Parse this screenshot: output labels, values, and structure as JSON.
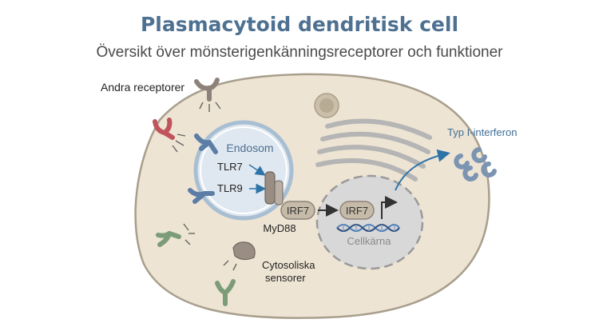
{
  "header": {
    "title": "Plasmacytoid dendritisk cell",
    "subtitle": "Översikt över mönsterigenkänningsreceptorer och funktioner"
  },
  "labels": {
    "other_receptors": "Andra receptorer",
    "endosome": "Endosom",
    "tlr7": "TLR7",
    "tlr9": "TLR9",
    "irf7_cytoplasm": "IRF7",
    "myd88": "MyD88",
    "irf7_nucleus": "IRF7",
    "nucleus": "Cellkärna",
    "interferon": "Typ I-interferon",
    "cytosolic_sensors_line1": "Cytosoliska",
    "cytosolic_sensors_line2": "sensorer"
  },
  "colors": {
    "title": "#4e7192",
    "cell_fill": "#ede4d3",
    "cell_stroke": "#a89e8c",
    "endosome_fill": "#dfe8f0",
    "endosome_stroke": "#8aa6bf",
    "receptor_blue": "#5b7da6",
    "receptor_red": "#c0545e",
    "receptor_gray": "#8d8179",
    "receptor_green": "#7c9c78",
    "interferon": "#7b94b2",
    "arrow_blue": "#2f74a8",
    "nucleus_fill": "#d8d8d8",
    "nucleus_stroke": "#9a9a9a",
    "dna_blue": "#4f7fb8"
  }
}
